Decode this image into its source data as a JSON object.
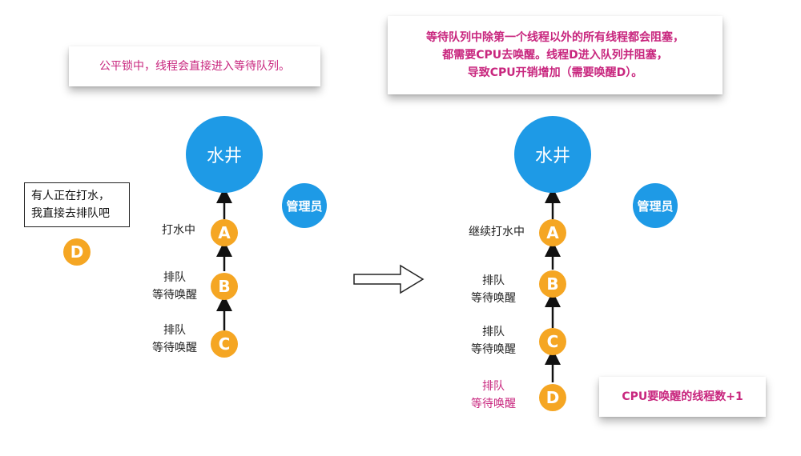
{
  "left_panel": {
    "note_lines": [
      "公平锁中，线程会直接进入等待队列。"
    ],
    "well_label": "水井",
    "admin_label": "管理员",
    "speech_lines": [
      "有人正在打水，",
      "我直接去排队吧"
    ],
    "node_d": "D",
    "nodes": [
      {
        "letter": "A",
        "label_lines": [
          "打水中"
        ]
      },
      {
        "letter": "B",
        "label_lines": [
          "排队",
          "等待唤醒"
        ]
      },
      {
        "letter": "C",
        "label_lines": [
          "排队",
          "等待唤醒"
        ]
      }
    ]
  },
  "right_panel": {
    "note_lines": [
      "等待队列中除第一个线程以外的所有线程都会阻塞，",
      "都需要CPU去唤醒。线程D进入队列并阻塞，",
      "导致CPU开销增加（需要唤醒D）。"
    ],
    "well_label": "水井",
    "admin_label": "管理员",
    "nodes": [
      {
        "letter": "A",
        "label_lines": [
          "继续打水中"
        ]
      },
      {
        "letter": "B",
        "label_lines": [
          "排队",
          "等待唤醒"
        ]
      },
      {
        "letter": "C",
        "label_lines": [
          "排队",
          "等待唤醒"
        ]
      },
      {
        "letter": "D",
        "label_lines": [
          "排队",
          "等待唤醒"
        ]
      }
    ],
    "cpu_note": "CPU要唤醒的线程数+1"
  },
  "colors": {
    "well": "#1e9ae6",
    "node": "#f5a623",
    "note_text": "#c8267e"
  },
  "icons": {
    "transition": "hollow-right-arrow-icon",
    "link": "up-arrow-icon"
  }
}
